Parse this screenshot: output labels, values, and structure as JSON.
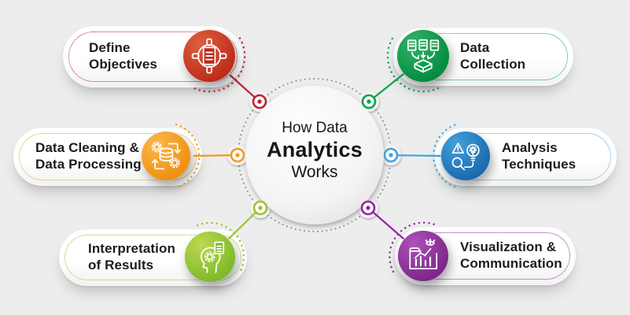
{
  "colors": {
    "background": "#ededed",
    "title_text": "#171717",
    "label_text": "#1c1c1c",
    "center_ring_dots": "#8f8f8f"
  },
  "center": {
    "line1": "How Data",
    "line2": "Analytics",
    "line3": "Works"
  },
  "items": [
    {
      "id": "define-objectives",
      "label1": "Define",
      "label2": "Objectives",
      "icon": "target-document-icon",
      "color_light": "#dd5f3e",
      "color_main": "#bc2a18",
      "accent": "#b72532"
    },
    {
      "id": "data-cleaning-processing",
      "label1": "Data Cleaning &",
      "label2": "Data Processing",
      "icon": "data-processing-icon",
      "color_light": "#fbb84d",
      "color_main": "#ee8e0d",
      "accent": "#f09b22"
    },
    {
      "id": "interpretation-of-results",
      "label1": "Interpretation",
      "label2": "of Results",
      "icon": "head-gear-icon",
      "color_light": "#bcd851",
      "color_main": "#7cb827",
      "accent": "#9bc32d"
    },
    {
      "id": "data-collection",
      "label1": "Data",
      "label2": "Collection",
      "icon": "documents-inbox-icon",
      "color_light": "#33b269",
      "color_main": "#008a3d",
      "accent": "#00a551"
    },
    {
      "id": "analysis-techniques",
      "label1": "Analysis",
      "label2": "Techniques",
      "icon": "alert-bulb-magnifier-icon",
      "color_light": "#44a0dc",
      "color_main": "#1767ab",
      "accent": "#42a3de"
    },
    {
      "id": "visualization-communication",
      "label1": "Visualization &",
      "label2": "Communication",
      "icon": "chart-eye-icon",
      "color_light": "#ab53b8",
      "color_main": "#7b2386",
      "accent": "#93259e"
    }
  ]
}
